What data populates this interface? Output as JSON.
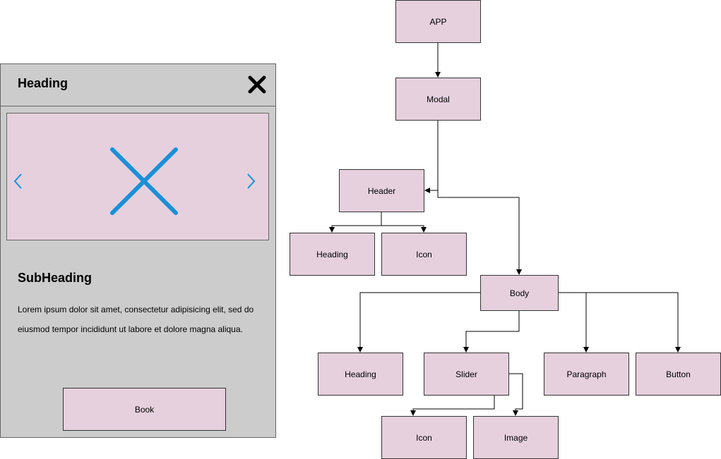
{
  "modal": {
    "heading": "Heading",
    "subheading": "SubHeading",
    "paragraph": "Lorem ipsum dolor sit amet, consectetur adipisicing elit, sed do eiusmod tempor incididunt ut labore et dolore magna aliqua.",
    "book_label": "Book"
  },
  "tree": {
    "app": "APP",
    "modal": "Modal",
    "header": "Header",
    "header_heading": "Heading",
    "header_icon": "Icon",
    "body": "Body",
    "body_heading": "Heading",
    "slider": "Slider",
    "paragraph": "Paragraph",
    "button": "Button",
    "slider_icon": "Icon",
    "slider_image": "Image"
  },
  "colors": {
    "box_fill": "#e6d0de",
    "panel_fill": "#cccccc",
    "accent": "#1a90d9"
  }
}
